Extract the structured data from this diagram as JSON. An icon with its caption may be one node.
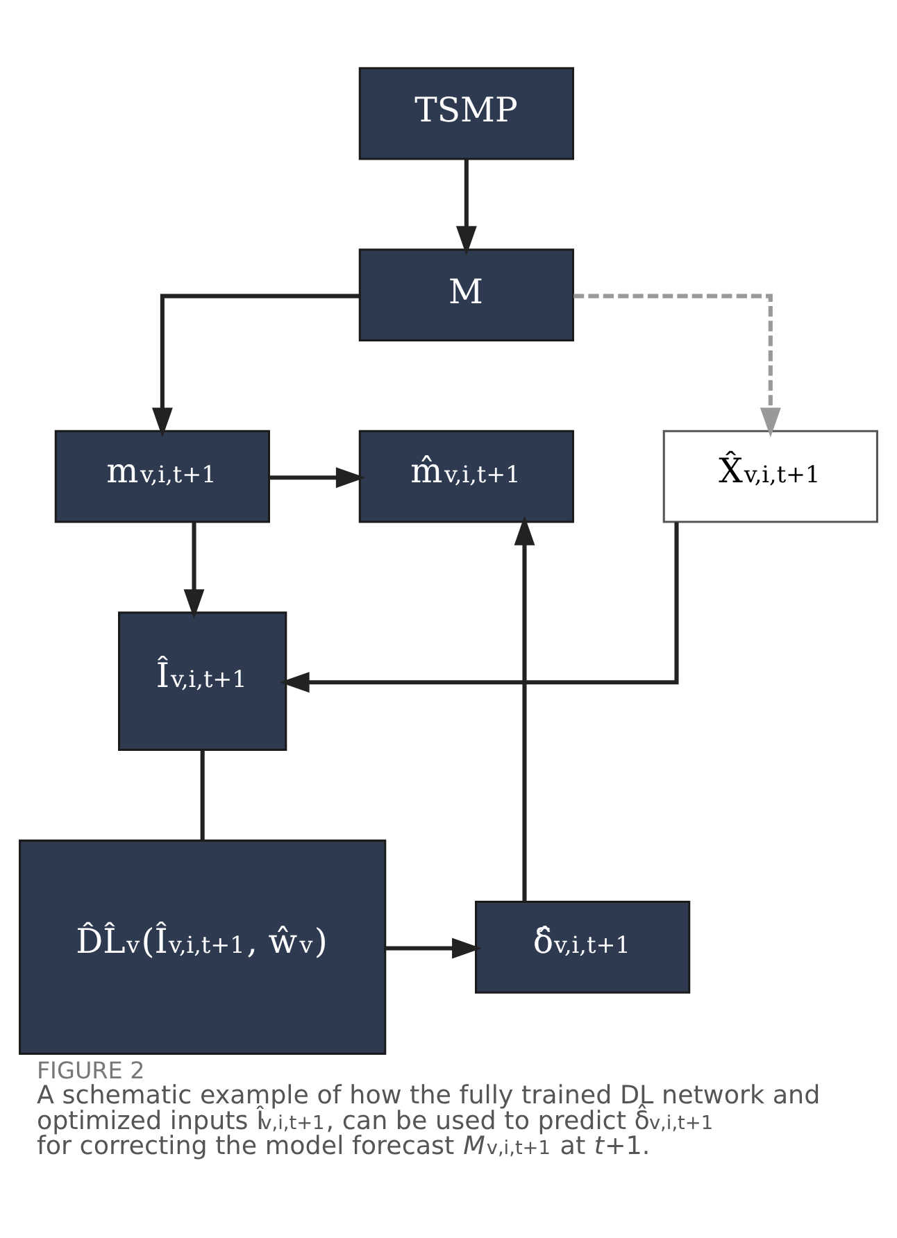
{
  "diagram": {
    "title": "FIGURE 2",
    "caption": "A schematic example of how the fully trained DL network and optimized inputs Î$_{v,i,t+1}$, can be used to predict δ̂$_{v,i,t+1}$ for correcting the model forecast *M*$_{v,i,t+1}$ at *t*+1.",
    "nodes": [
      {
        "text": [
          "TSMP"
        ]
      },
      {
        "text": [
          "M"
        ]
      },
      {
        "text": [
          "m̂$_{v,i,t+1}$"
        ]
      },
      {
        "text": [
          "m$_{v,i,t+1}$"
        ]
      },
      {
        "text": [
          "X̂$_{v,i,t+1}$"
        ]
      },
      {
        "text": [
          "Î$_{v,i,t+1}$"
        ]
      },
      {
        "text": [
          "δ̂$_{v,i,t+1}$"
        ]
      },
      {
        "text": [
          "D̂L̂$_{v}$(Î$_{v,i,t+1}$, ŵ$_{v}$)"
        ]
      }
    ],
    "edges": [
      {
        "from": 0,
        "to": 1,
        "arrow": "to"
      },
      {
        "from": 1,
        "to": 3,
        "arrow": "to"
      },
      {
        "from": 1,
        "to": 4,
        "arrow": "to",
        "style": "dashed",
        "color": "#999999"
      },
      {
        "from": 3,
        "to": 2,
        "arrow": "to"
      },
      {
        "from": 3,
        "to": 5,
        "arrow": "to"
      },
      {
        "from": 4,
        "to": 5,
        "arrow": "to"
      },
      {
        "from": 5,
        "to": 7,
        "arrow": "none"
      },
      {
        "from": 7,
        "to": 6,
        "arrow": "to"
      },
      {
        "from": 6,
        "to": 2,
        "arrow": "to"
      }
    ]
  }
}
